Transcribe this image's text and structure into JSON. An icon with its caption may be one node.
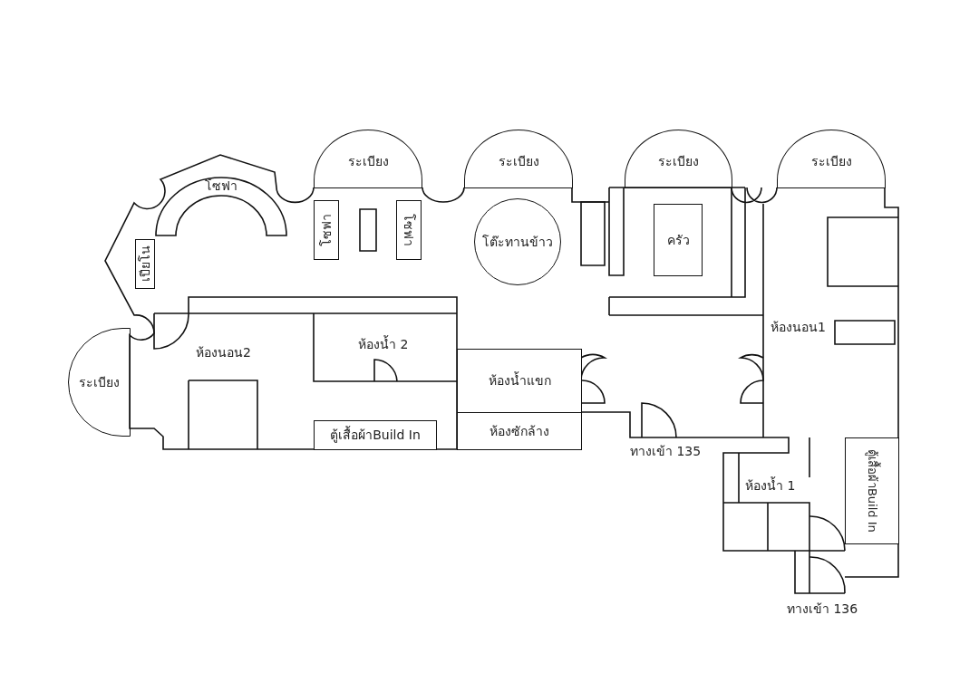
{
  "diagram": {
    "nodes": [
      {
        "text": [
          "ระเบียง"
        ]
      },
      {
        "text": [
          "ระเบียง"
        ]
      },
      {
        "text": [
          "ระเบียง"
        ]
      },
      {
        "text": [
          "ระเบียง"
        ]
      },
      {
        "text": [
          "โซฟา"
        ]
      },
      {
        "text": [
          "เปียโน"
        ]
      },
      {
        "text": [
          "โซฟา"
        ]
      },
      {
        "text": [
          "โซฟา"
        ]
      },
      {
        "text": [
          "โต๊ะทานข้าว"
        ]
      },
      {
        "text": [
          "ครัว"
        ]
      },
      {
        "text": [
          "ระเบียง"
        ]
      },
      {
        "text": [
          "ห้องน้ำแขก"
        ]
      },
      {
        "text": [
          "ห้องซักล้าง"
        ]
      },
      {
        "text": [
          "ตู้เสื้อผ้าBuild In"
        ]
      },
      {
        "text": [
          "ตู้เสื้อผ้าBuild In"
        ]
      }
    ],
    "labels": [
      "ห้องนอน2",
      "ห้องน้ำ 2",
      "ห้องนอน1",
      "ทางเข้า 135",
      "ห้องน้ำ 1",
      "ทางเข้า 136"
    ]
  }
}
